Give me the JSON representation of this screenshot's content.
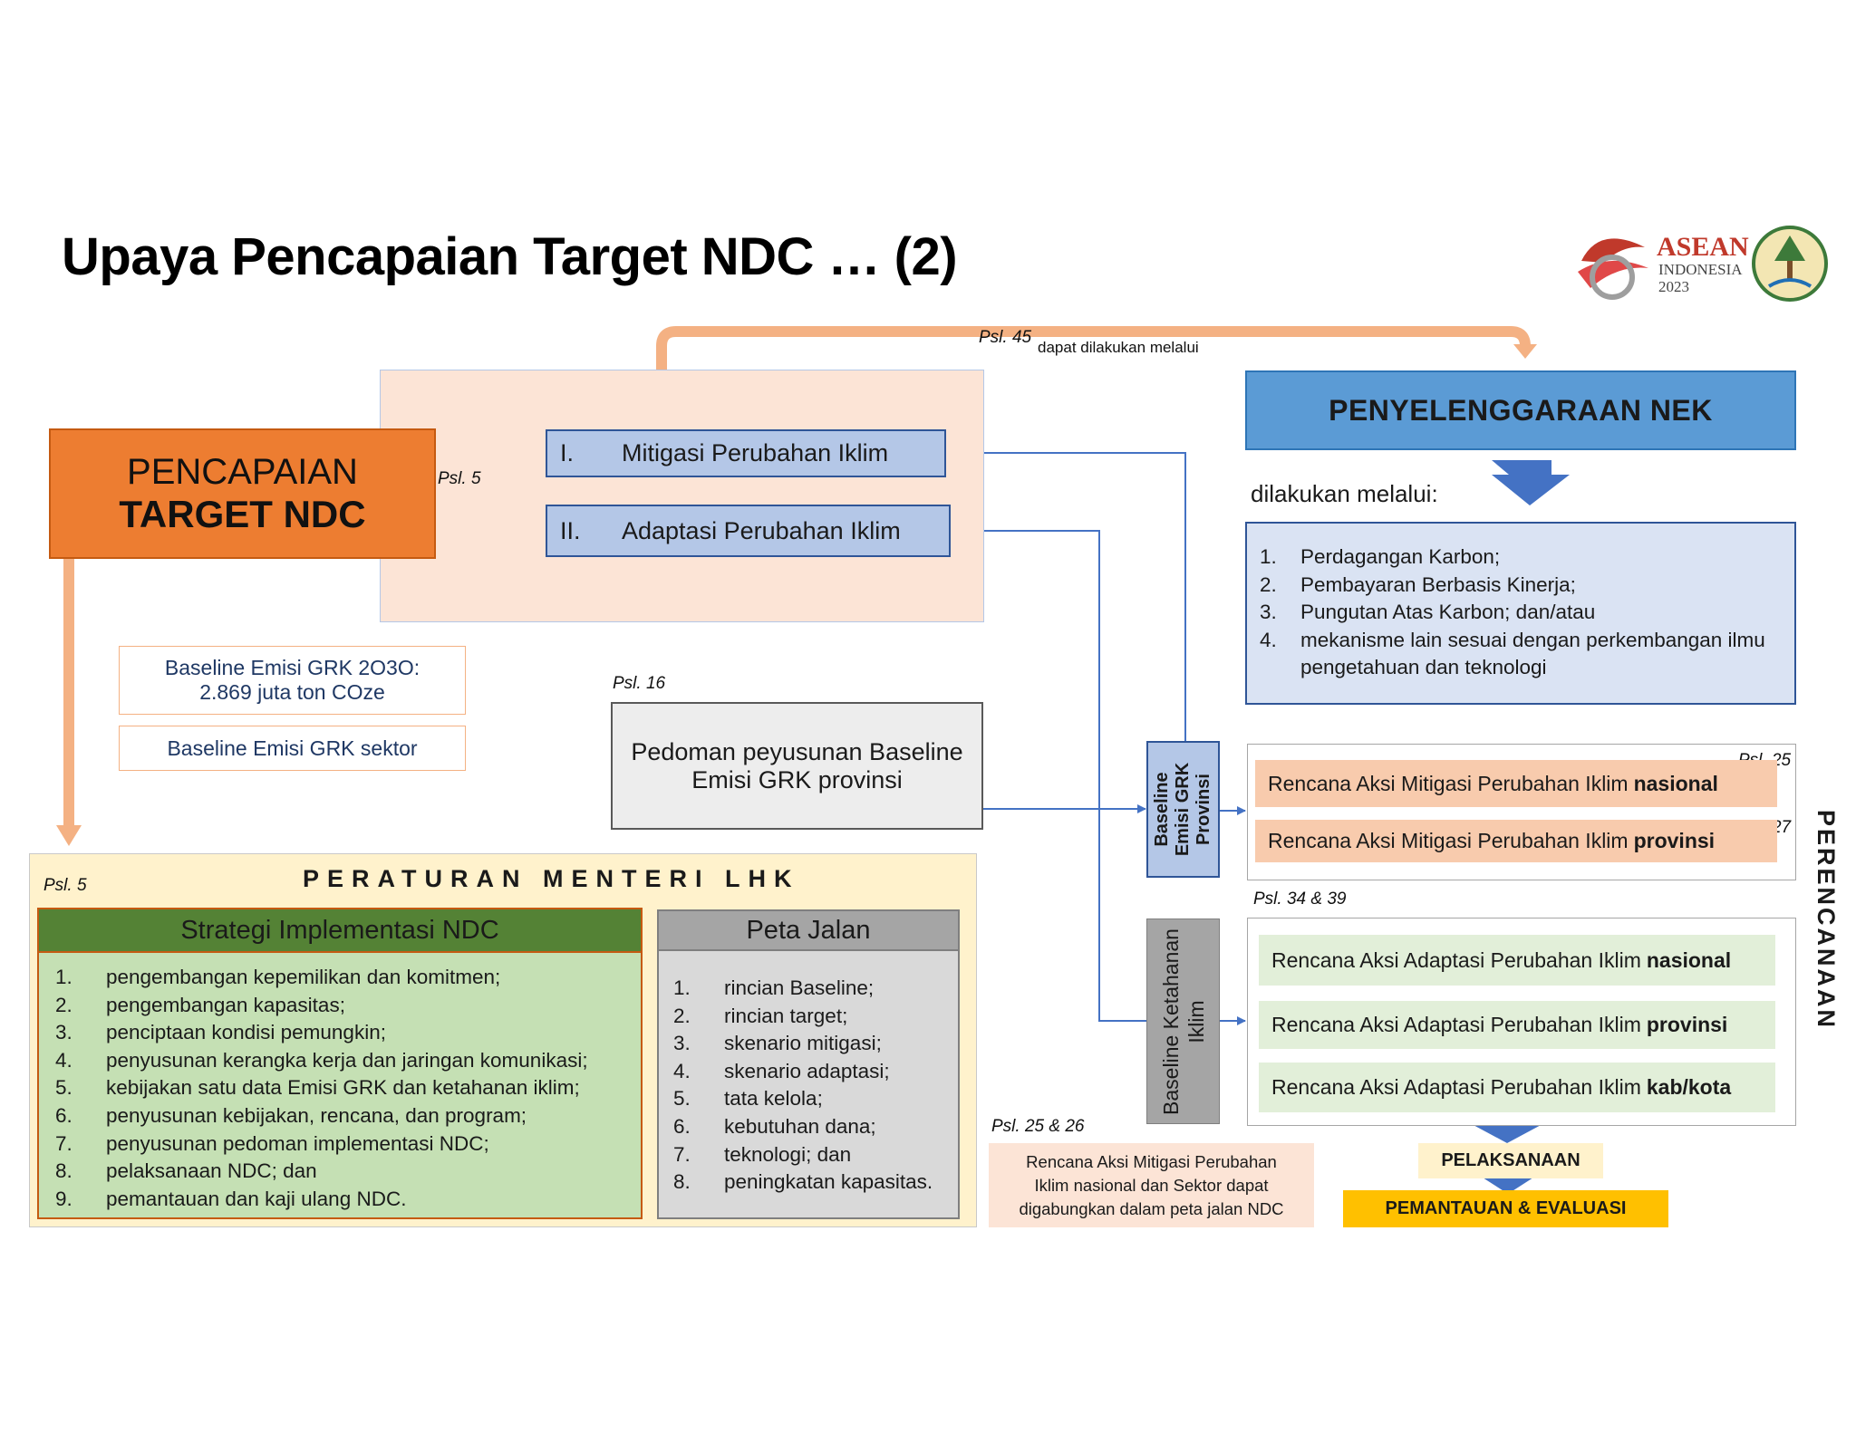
{
  "title": "Upaya Pencapaian Target NDC … (2)",
  "logo": {
    "name": "ASEAN",
    "line2": "INDONESIA",
    "line3": "2023"
  },
  "pencapaian": {
    "line1": "PENCAPAIAN",
    "line2": "TARGET NDC"
  },
  "psl": {
    "p5_top": "Psl. 5",
    "p45": "Psl. 45",
    "p16": "Psl. 16",
    "p5_perm": "Psl. 5",
    "p25": "Psl. 25",
    "p27": "Psl. 27",
    "p34_39": "Psl. 34 & 39",
    "p25_26": "Psl. 25 & 26"
  },
  "dapat_label": "dapat dilakukan melalui",
  "upaya_items": [
    {
      "num": "I.",
      "label": "Mitigasi Perubahan Iklim"
    },
    {
      "num": "II.",
      "label": "Adaptasi Perubahan Iklim"
    }
  ],
  "baseline": {
    "emisi_2030_l1": "Baseline Emisi GRK 2O3O:",
    "emisi_2030_l2": "2.869 juta ton COze",
    "sektor": "Baseline Emisi GRK sektor"
  },
  "pedoman": {
    "line1": "Pedoman peyusunan Baseline",
    "line2": "Emisi GRK provinsi"
  },
  "nek": {
    "heading": "PENYELENGGARAAN NEK",
    "dilakukan": "dilakukan melalui:",
    "items": [
      {
        "n": "1.",
        "text": "Perdagangan Karbon;"
      },
      {
        "n": "2.",
        "text": "Pembayaran Berbasis Kinerja;"
      },
      {
        "n": "3.",
        "text": "Pungutan Atas Karbon; dan/atau"
      },
      {
        "n": "4.",
        "text": "mekanisme lain sesuai dengan perkembangan ilmu"
      },
      {
        "n": "",
        "text": "pengetahuan dan teknologi"
      }
    ]
  },
  "baseline_provinsi": {
    "l1": "Baseline",
    "l2": "Emisi GRK",
    "l3": "Provinsi"
  },
  "baseline_ketahanan": {
    "l1": "Baseline Ketahanan",
    "l2": "Iklim"
  },
  "mitigasi_plans": [
    {
      "text": "Rencana Aksi Mitigasi Perubahan Iklim",
      "bold": "nasional"
    },
    {
      "text": "Rencana Aksi Mitigasi Perubahan Iklim",
      "bold": "provinsi"
    }
  ],
  "adaptasi_plans": [
    {
      "text": "Rencana Aksi Adaptasi Perubahan Iklim",
      "bold": "nasional"
    },
    {
      "text": "Rencana Aksi Adaptasi Perubahan Iklim",
      "bold": "provinsi"
    },
    {
      "text": "Rencana Aksi Adaptasi Perubahan Iklim",
      "bold": "kab/kota"
    }
  ],
  "perencanaan": "PERENCANAAN",
  "peraturan": {
    "title": "PERATURAN MENTERI LHK",
    "strategi_head": "Strategi Implementasi NDC",
    "strategi": [
      {
        "n": "1.",
        "text": "pengembangan kepemilikan dan komitmen;"
      },
      {
        "n": "2.",
        "text": "pengembangan kapasitas;"
      },
      {
        "n": "3.",
        "text": "penciptaan kondisi pemungkin;"
      },
      {
        "n": "4.",
        "text": "penyusunan kerangka kerja dan jaringan komunikasi;"
      },
      {
        "n": "5.",
        "text": "kebijakan satu data Emisi GRK dan ketahanan iklim;"
      },
      {
        "n": "6.",
        "text": "penyusunan kebijakan, rencana, dan program;"
      },
      {
        "n": "7.",
        "text": "penyusunan pedoman implementasi NDC;"
      },
      {
        "n": "8.",
        "text": "pelaksanaan NDC; dan"
      },
      {
        "n": "9.",
        "text": "pemantauan dan kaji ulang NDC."
      }
    ],
    "peta_head": "Peta Jalan",
    "peta": [
      {
        "n": "1.",
        "text": "rincian Baseline;"
      },
      {
        "n": "2.",
        "text": "rincian target;"
      },
      {
        "n": "3.",
        "text": "skenario mitigasi;"
      },
      {
        "n": "4.",
        "text": "skenario adaptasi;"
      },
      {
        "n": "5.",
        "text": "tata kelola;"
      },
      {
        "n": "6.",
        "text": "kebutuhan dana;"
      },
      {
        "n": "7.",
        "text": "teknologi; dan"
      },
      {
        "n": "8.",
        "text": "peningkatan kapasitas."
      }
    ]
  },
  "note": {
    "l1": "Rencana Aksi Mitigasi Perubahan",
    "l2": "Iklim nasional dan Sektor dapat",
    "l3": "digabungkan dalam peta jalan NDC"
  },
  "pelaksanaan": "PELAKSANAAN",
  "pemantauan": "PEMANTAUAN & EVALUASI",
  "colors": {
    "orange": "#ed7d31",
    "blue_head": "#5b9bd5",
    "green_head": "#548235",
    "connector": "#4472c4",
    "arrow_orange": "#f4b183",
    "gold": "#ffc000"
  }
}
